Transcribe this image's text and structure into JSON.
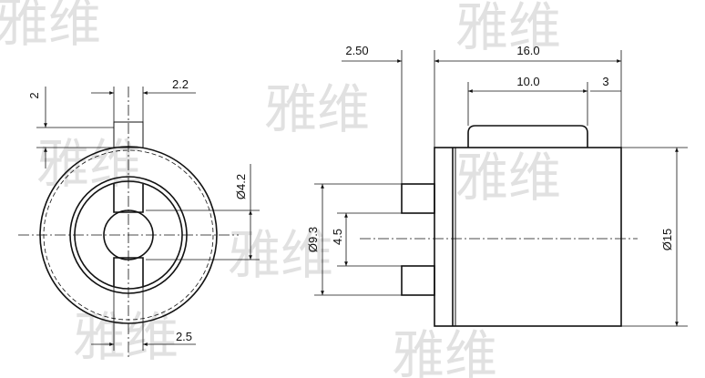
{
  "watermark": {
    "text": "雅维"
  },
  "front_view": {
    "dims": {
      "slot_depth": "2",
      "slot_width_top": "2.2",
      "bore": "Ø4.2",
      "slot_width_bottom": "2.5"
    }
  },
  "side_view": {
    "dims": {
      "flange": "2.50",
      "length": "16.0",
      "terminal_length": "10.0",
      "terminal_offset": "3",
      "outer_diameter": "Ø15",
      "pin_circle": "Ø9.3",
      "pin_spacing": "4.5"
    }
  }
}
